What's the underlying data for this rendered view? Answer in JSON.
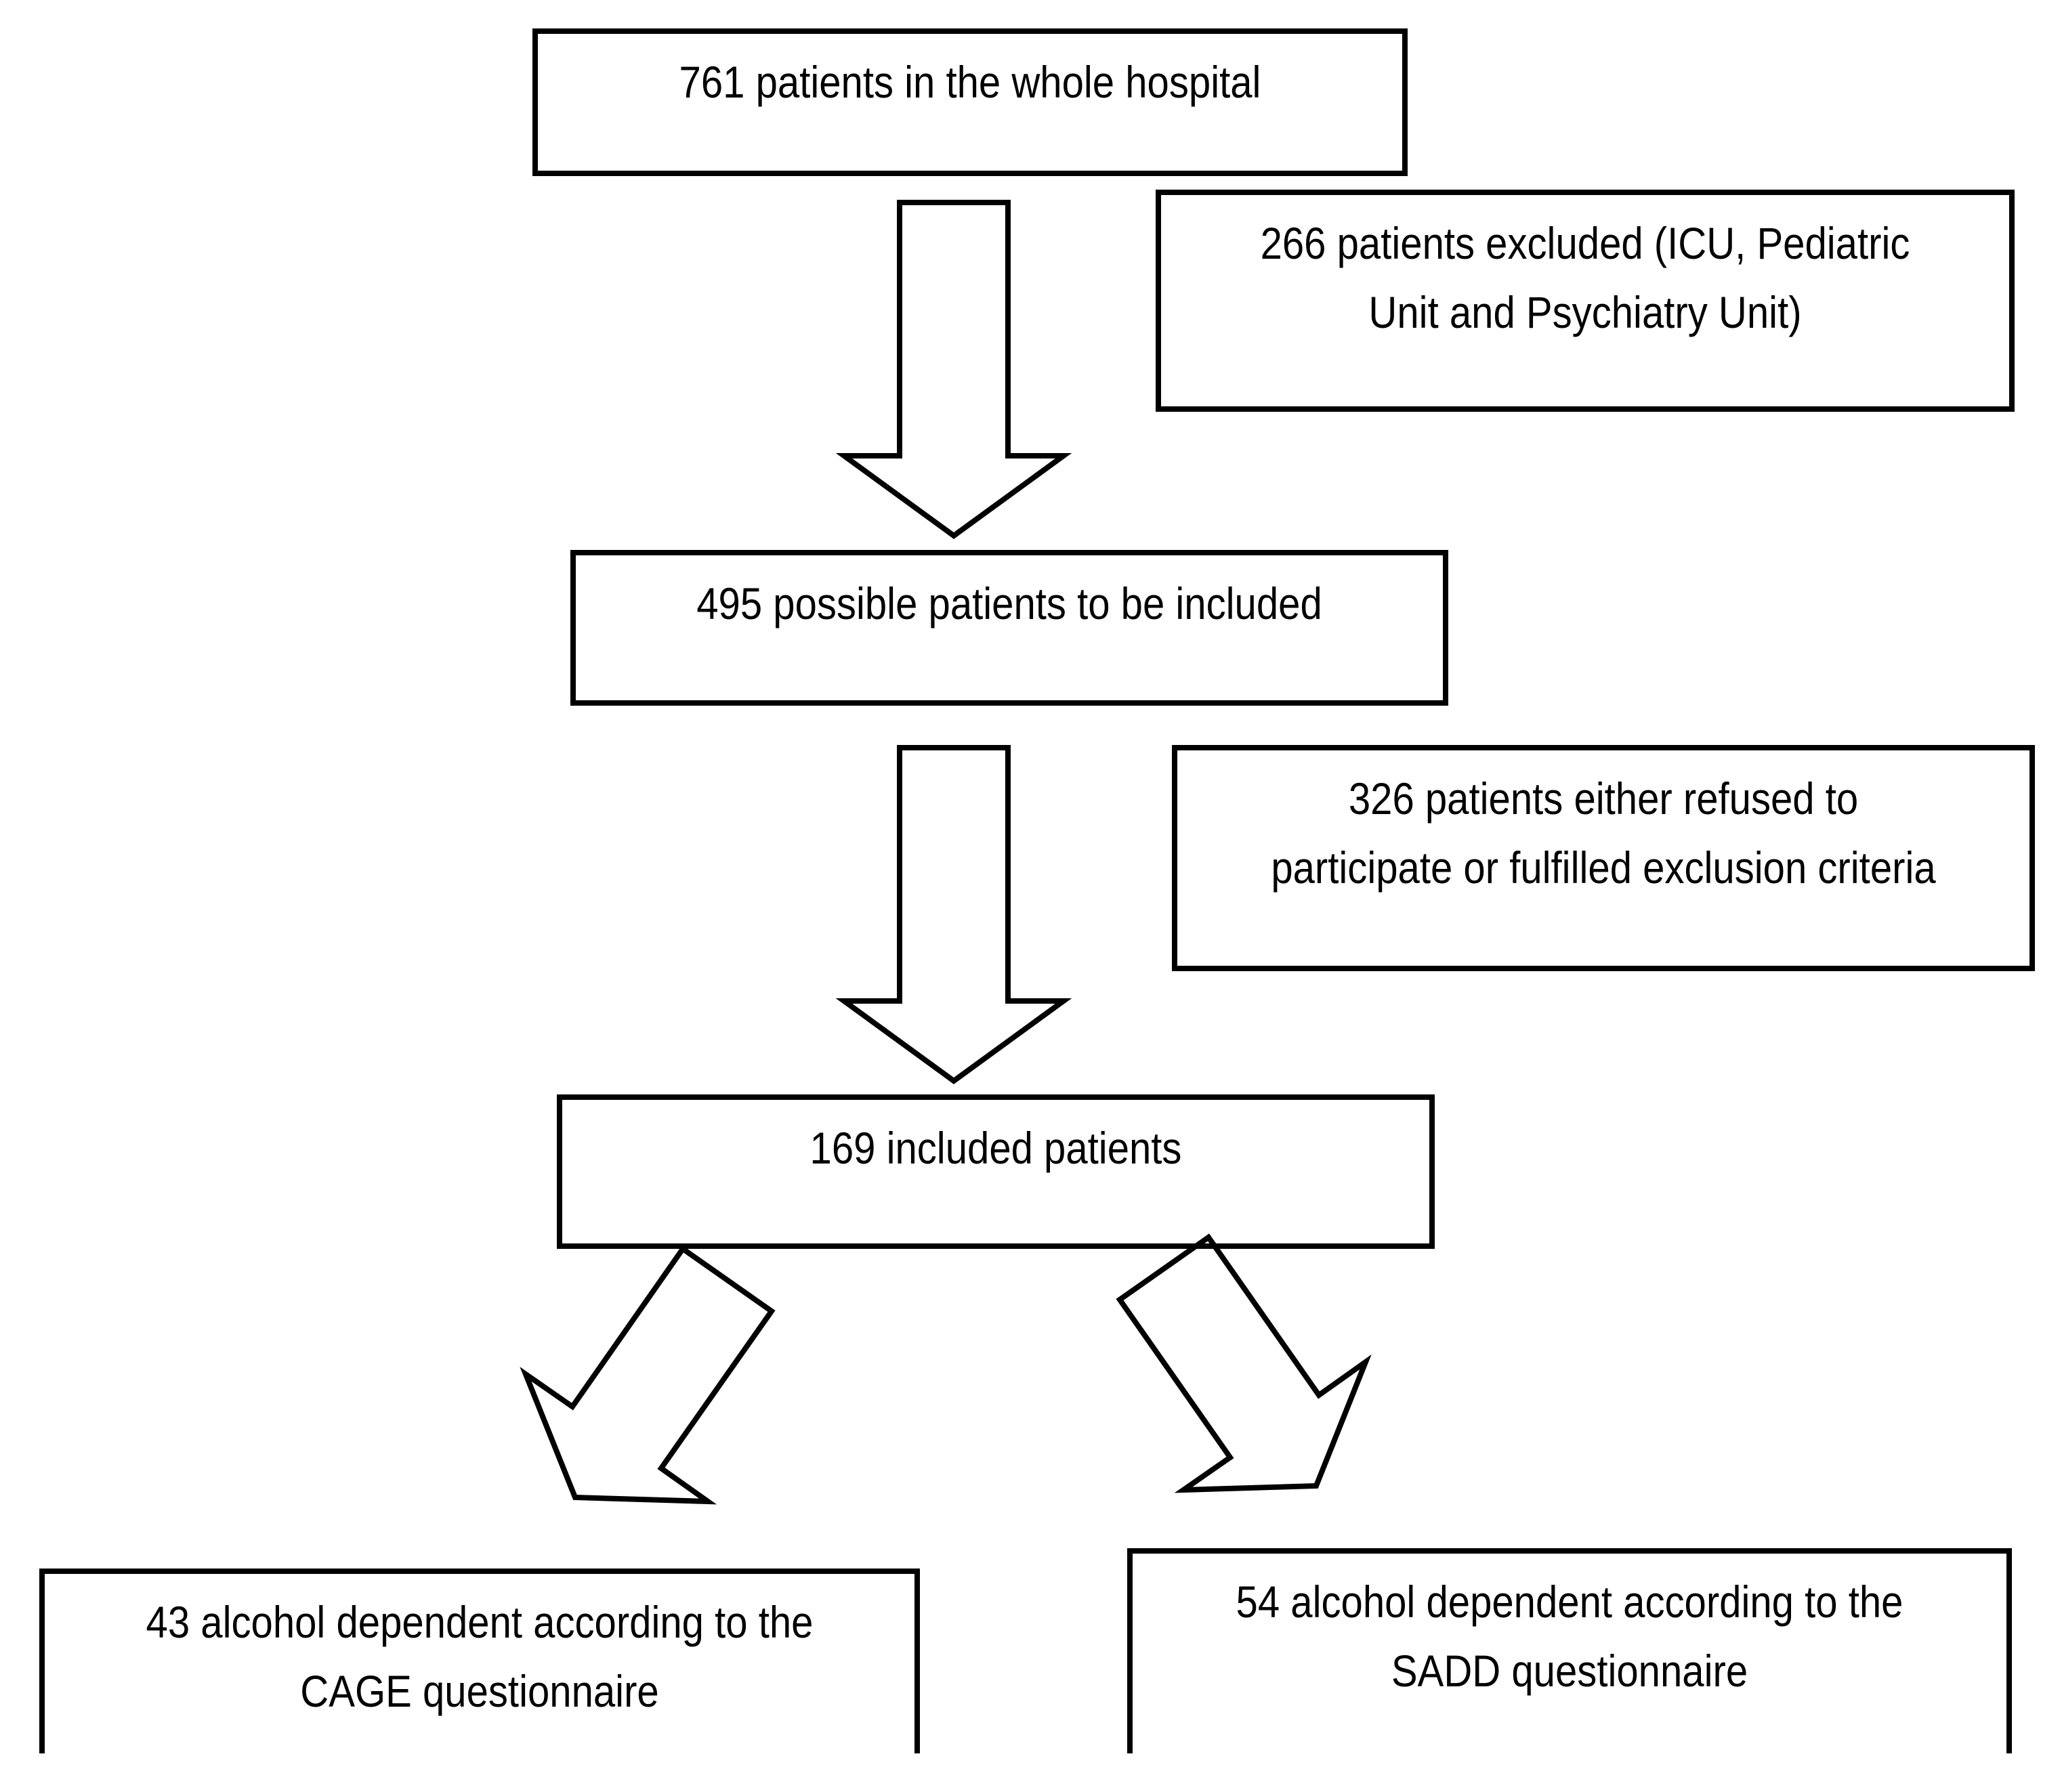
{
  "figure": {
    "type": "patient-flow-diagram",
    "colors": {
      "background": "#ffffff",
      "line": "#000000",
      "text": "#000000",
      "box_fill": "#ffffff"
    },
    "boxes": {
      "hospital": {
        "line1": "761 patients in the whole hospital"
      },
      "excluded": {
        "line1": "266 patients excluded (ICU, Pediatric",
        "line2": "Unit and Psychiatry Unit)"
      },
      "possible": {
        "line1": "495 possible patients to be included"
      },
      "refused": {
        "line1": "326 patients either refused to",
        "line2": "participate or fulfilled exclusion criteria"
      },
      "included": {
        "line1": "169 included patients"
      },
      "cage": {
        "line1": "43 alcohol dependent according to the",
        "line2": "CAGE questionnaire"
      },
      "sadd": {
        "line1": "54 alcohol dependent according to the",
        "line2": "SADD questionnaire"
      }
    },
    "arrows": [
      {
        "name": "down-arrow-1",
        "from": "hospital",
        "to": "possible",
        "direction": "down"
      },
      {
        "name": "down-arrow-2",
        "from": "possible",
        "to": "included",
        "direction": "down"
      },
      {
        "name": "down-left-arrow",
        "from": "included",
        "to": "cage",
        "direction": "down-left"
      },
      {
        "name": "down-right-arrow",
        "from": "included",
        "to": "sadd",
        "direction": "down-right"
      }
    ]
  }
}
